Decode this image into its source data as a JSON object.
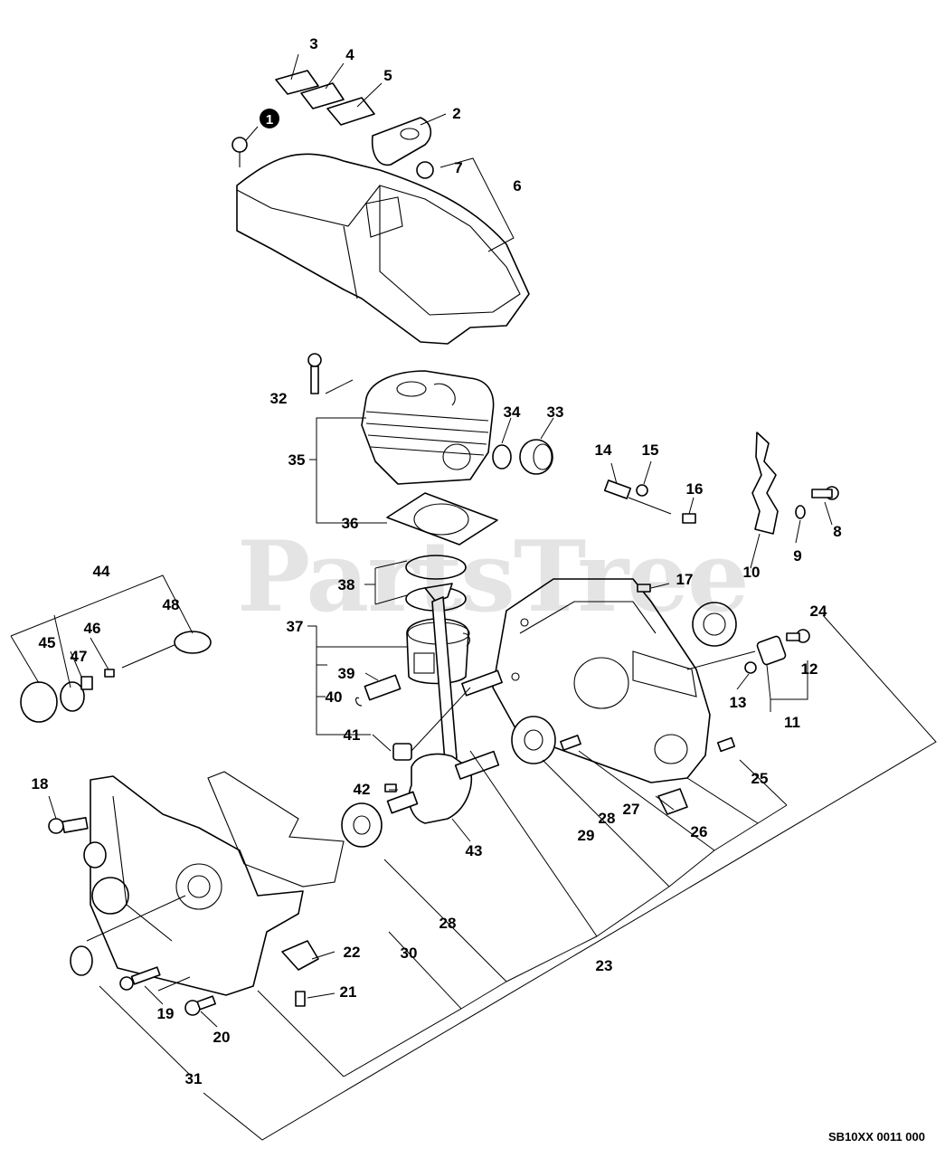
{
  "watermark": "PartsTree",
  "trademark": "™",
  "diagram_code": "SB10XX 0011 000",
  "callouts": {
    "c1": "1",
    "c2": "2",
    "c3": "3",
    "c4": "4",
    "c5": "5",
    "c6": "6",
    "c7": "7",
    "c8": "8",
    "c9": "9",
    "c10": "10",
    "c11": "11",
    "c12": "12",
    "c13": "13",
    "c14": "14",
    "c15": "15",
    "c16": "16",
    "c17": "17",
    "c18": "18",
    "c19": "19",
    "c20": "20",
    "c21": "21",
    "c22": "22",
    "c23": "23",
    "c24": "24",
    "c25": "25",
    "c26": "26",
    "c27": "27",
    "c28a": "28",
    "c28b": "28",
    "c29": "29",
    "c30": "30",
    "c31": "31",
    "c32": "32",
    "c33": "33",
    "c34": "34",
    "c35": "35",
    "c36": "36",
    "c37": "37",
    "c38": "38",
    "c39": "39",
    "c40": "40",
    "c41": "41",
    "c42": "42",
    "c43": "43",
    "c44": "44",
    "c45": "45",
    "c46": "46",
    "c47": "47",
    "c48": "48"
  }
}
